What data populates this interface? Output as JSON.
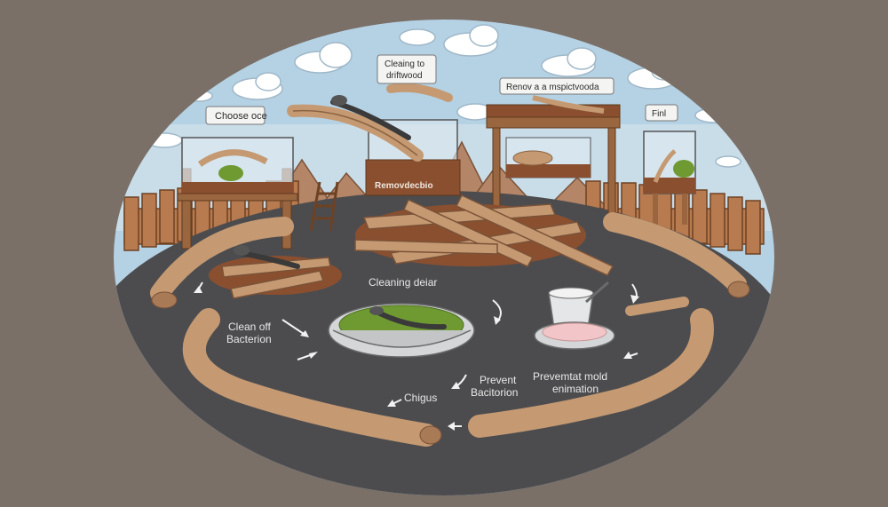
{
  "labels": {
    "choose": "Choose oce",
    "cleaning_to": "Cleaing to",
    "driftwood": "driftwood",
    "renov": "Renov a a mspictvooda",
    "final": "Finl",
    "removed": "Removdecbio",
    "cleaning_deiar": "Cleaning deiar",
    "clean_off_1": "Clean off",
    "clean_off_2": "Bacterion",
    "chigus": "Chigus",
    "prevent_1": "Prevent",
    "prevent_2": "Bacitorion",
    "mold_1": "Prevemtat mold",
    "mold_2": "enimation"
  },
  "colors": {
    "background": "#7a7068",
    "sky": "#a9c9df",
    "ground": "#4c4c4f",
    "wood": "#c59a72",
    "soil": "#8a4f2f",
    "moss": "#6f9a32",
    "fence": "#b87a4f"
  },
  "icons": [
    "cloud-icon",
    "driftwood-icon",
    "salamander-icon",
    "terrarium-icon",
    "cycle-arrow-icon",
    "bowl-icon",
    "bucket-icon",
    "ladder-icon"
  ]
}
